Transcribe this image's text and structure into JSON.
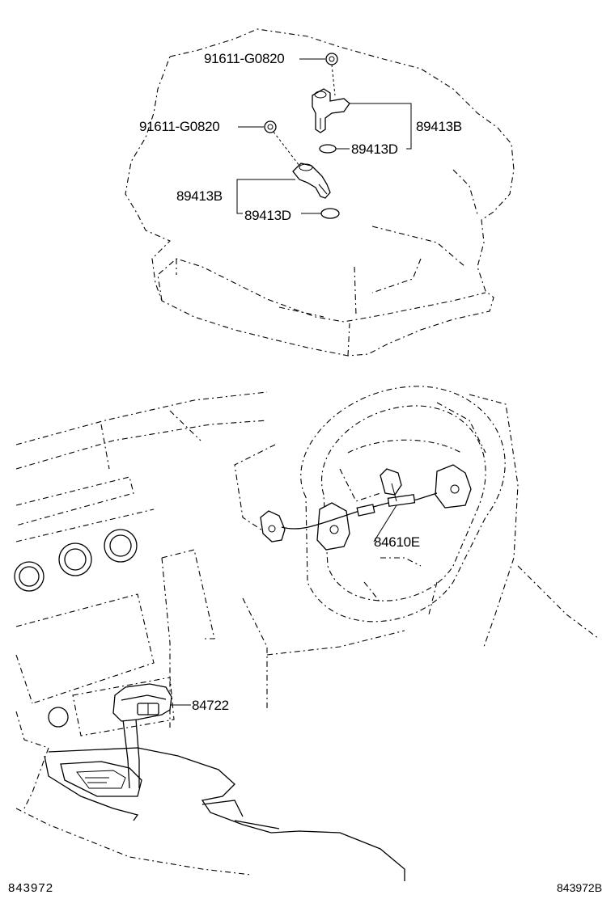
{
  "parts": {
    "bolt_upper": "91611-G0820",
    "bolt_lower": "91611-G0820",
    "sensor_upper": "89413B",
    "oring_upper": "89413D",
    "sensor_lower": "89413B",
    "oring_lower": "89413D",
    "steering_switch": "84610E",
    "shift_switch": "84722"
  },
  "footer": {
    "illustration_left": "843972",
    "illustration_right": "843972B"
  }
}
